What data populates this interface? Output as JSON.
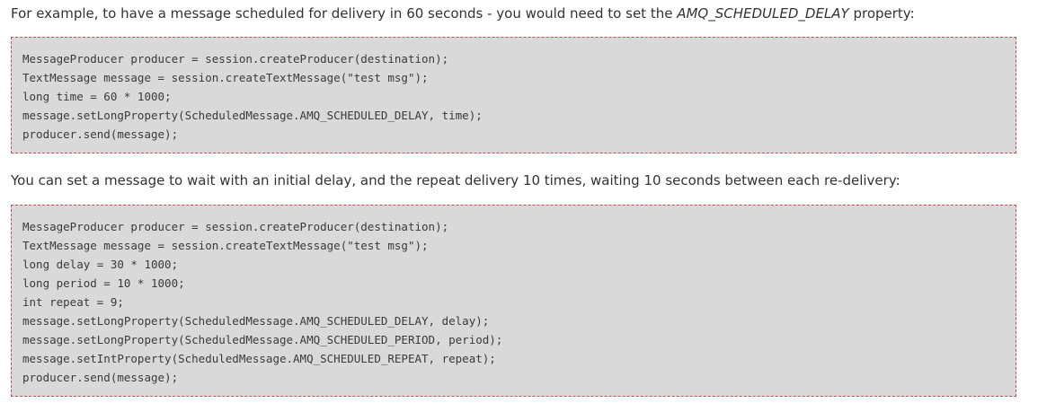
{
  "intro": {
    "before": "For example, to have a message scheduled for delivery in 60 seconds - you would need to set the ",
    "property": "AMQ_SCHEDULED_DELAY",
    "after": " property:"
  },
  "code_block_1": [
    "MessageProducer producer = session.createProducer(destination);",
    "TextMessage message = session.createTextMessage(\"test msg\");",
    "long time = 60 * 1000;",
    "message.setLongProperty(ScheduledMessage.AMQ_SCHEDULED_DELAY, time);",
    "producer.send(message);"
  ],
  "second_paragraph": "You can set a message to wait with an initial delay, and the repeat delivery 10 times, waiting 10 seconds between each re-delivery:",
  "code_block_2": [
    "MessageProducer producer = session.createProducer(destination);",
    "TextMessage message = session.createTextMessage(\"test msg\");",
    "long delay = 30 * 1000;",
    "long period = 10 * 1000;",
    "int repeat = 9;",
    "message.setLongProperty(ScheduledMessage.AMQ_SCHEDULED_DELAY, delay);",
    "message.setLongProperty(ScheduledMessage.AMQ_SCHEDULED_PERIOD, period);",
    "message.setIntProperty(ScheduledMessage.AMQ_SCHEDULED_REPEAT, repeat);",
    "producer.send(message);"
  ]
}
